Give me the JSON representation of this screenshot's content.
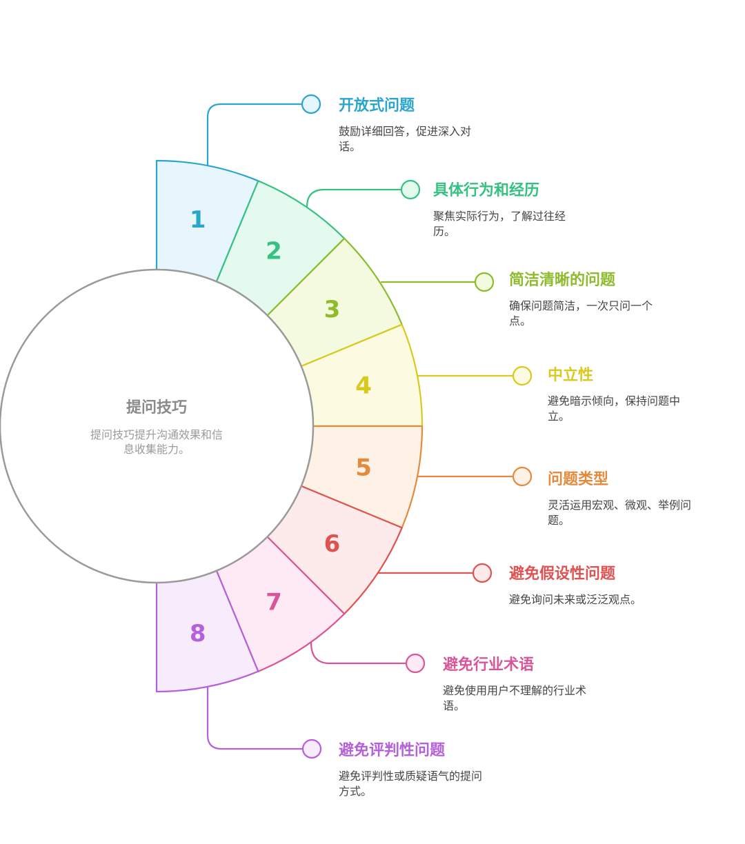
{
  "center": {
    "title": "提问技巧",
    "description": [
      "提问技巧提升沟通效果和信",
      "息收集能力。"
    ]
  },
  "items": [
    {
      "number": "1",
      "title": "开放式问题",
      "description": [
        "鼓励详细回答，促进深入对",
        "话。"
      ],
      "color": "#2AA6CE",
      "fill": "#E6F6FC"
    },
    {
      "number": "2",
      "title": "具体行为和经历",
      "description": [
        "聚焦实际行为，了解过往经",
        "历。"
      ],
      "color": "#35C181",
      "fill": "#E5FAEF"
    },
    {
      "number": "3",
      "title": "简洁清晰的问题",
      "description": [
        "确保问题简洁，一次只问一个",
        "点。"
      ],
      "color": "#8DBB2C",
      "fill": "#F3FADF"
    },
    {
      "number": "4",
      "title": "中立性",
      "description": [
        "避免暗示倾向，保持问题中",
        "立。"
      ],
      "color": "#D9C91E",
      "fill": "#FCFBE2"
    },
    {
      "number": "5",
      "title": "问题类型",
      "description": [
        "灵活运用宏观、微观、举例问",
        "题。"
      ],
      "color": "#E38A3C",
      "fill": "#FEF1E6"
    },
    {
      "number": "6",
      "title": "避免假设性问题",
      "description": [
        "避免询问未来或泛泛观点。"
      ],
      "color": "#DF5252",
      "fill": "#FDEBEB"
    },
    {
      "number": "7",
      "title": "避免行业术语",
      "description": [
        "避免使用用户不理解的行业术",
        "语。"
      ],
      "color": "#DA5597",
      "fill": "#FDEAF4"
    },
    {
      "number": "8",
      "title": "避免评判性问题",
      "description": [
        "避免评判性或质疑语气的提问",
        "方式。"
      ],
      "color": "#B65FDA",
      "fill": "#F7ECFC"
    }
  ]
}
